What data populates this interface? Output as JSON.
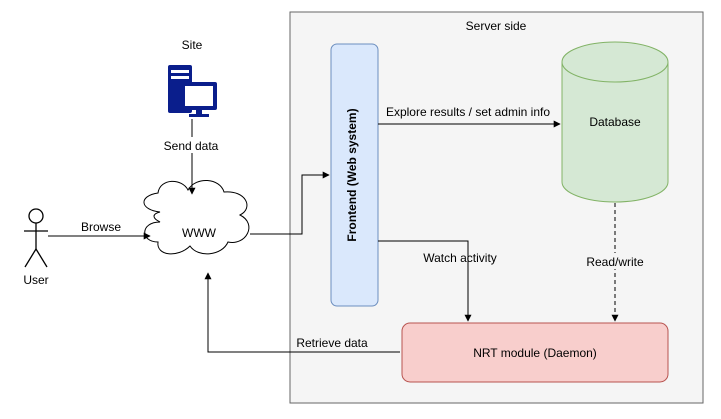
{
  "diagram": {
    "server_region": {
      "label": "Server side",
      "fill": "#f5f5f5",
      "stroke": "#666666"
    },
    "site": {
      "label": "Site",
      "icon": "computer-icon",
      "color": "#0a1e8c"
    },
    "user": {
      "label": "User",
      "icon": "stick-figure-icon"
    },
    "www": {
      "label": "WWW"
    },
    "frontend": {
      "label": "Frontend (Web system)",
      "fill": "#dae8fc",
      "stroke": "#6c8ebf"
    },
    "database": {
      "label": "Database",
      "fill": "#d5e8d4",
      "stroke": "#82b366"
    },
    "nrt": {
      "label": "NRT module (Daemon)",
      "fill": "#f8cecc",
      "stroke": "#b85450"
    },
    "edges": {
      "send_data": "Send data",
      "browse": "Browse",
      "explore": "Explore results / set admin info",
      "watch": "Watch activity",
      "readwrite": "Read/write",
      "retrieve": "Retrieve data"
    }
  }
}
